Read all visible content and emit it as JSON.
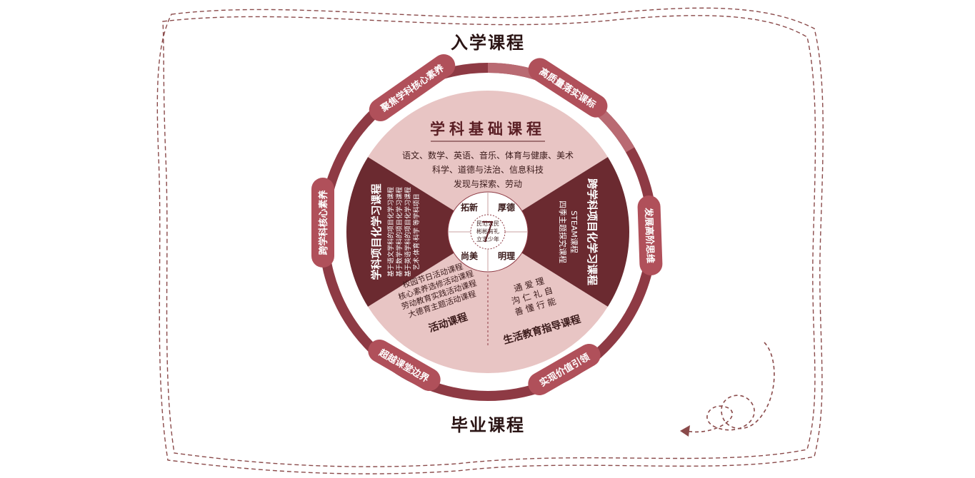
{
  "titles": {
    "top": "入学课程",
    "bottom": "毕业课程"
  },
  "outer_ring_labels": [
    "聚焦学科核心素养",
    "高质量落实课标",
    "跨学科核心素养",
    "发展高阶思维",
    "超越课堂边界",
    "实现价值引领"
  ],
  "sectors": {
    "top": {
      "title": "学科基础课程",
      "lines": [
        "语文、数学、英语、音乐、体育与健康、美术",
        "科学、道德与法治、信息科技",
        "发现与探索、劳动"
      ]
    },
    "left": {
      "title": "学科项目化学习课程",
      "lines": [
        "基于语文学科的项目化学习课程",
        "基于数学学科的项目化学习课程",
        "基于英语学科的项目化学习课程",
        "艺术·体育·科学 等学科项目"
      ]
    },
    "right": {
      "title": "跨学科项目化学习课程",
      "lines": [
        "STEAM课程",
        "四季主题探究课程"
      ]
    },
    "bottom_left": {
      "title": "活动课程",
      "lines": [
        "校园节日活动课程",
        "核心素养选修活动课程",
        "劳动教育实践活动课程",
        "大德育主题活动课程"
      ]
    },
    "bottom_right": {
      "title": "生活教育指导课程",
      "lines": [
        "通 爱 理",
        "沟 仁 礼 自",
        "善 懂 行 能"
      ]
    }
  },
  "core": {
    "quadrants": [
      "拓新",
      "厚德",
      "明理",
      "尚美"
    ],
    "center_lines": [
      "民范公民",
      "彬彬有礼",
      "立志少年"
    ]
  },
  "colors": {
    "ring": "#8e3a44",
    "ring_light": "#b96a72",
    "sector_light": "#e8c5c4",
    "sector_dark": "#6b2a30",
    "text_dark": "#3a1a1a",
    "dash": "#8a4a4a"
  }
}
